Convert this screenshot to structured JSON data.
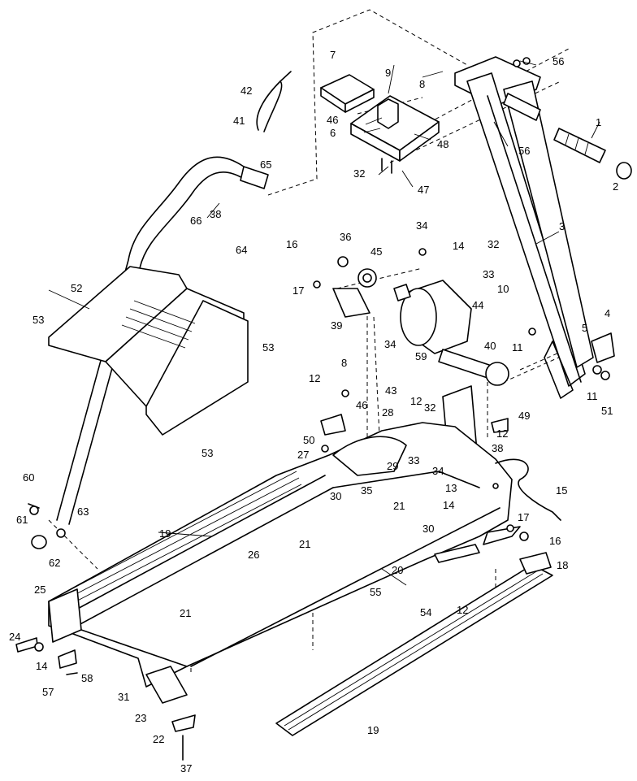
{
  "callouts": [
    {
      "id": "c1",
      "text": "1"
    },
    {
      "id": "c2",
      "text": "2"
    },
    {
      "id": "c3",
      "text": "3"
    },
    {
      "id": "c4",
      "text": "4"
    },
    {
      "id": "c5",
      "text": "5"
    },
    {
      "id": "c6",
      "text": "6"
    },
    {
      "id": "c7",
      "text": "7"
    },
    {
      "id": "c8a",
      "text": "8"
    },
    {
      "id": "c8b",
      "text": "8"
    },
    {
      "id": "c9",
      "text": "9"
    },
    {
      "id": "c10",
      "text": "10"
    },
    {
      "id": "c11a",
      "text": "11"
    },
    {
      "id": "c11b",
      "text": "11"
    },
    {
      "id": "c12a",
      "text": "12"
    },
    {
      "id": "c12b",
      "text": "12"
    },
    {
      "id": "c12c",
      "text": "12"
    },
    {
      "id": "c12d",
      "text": "12"
    },
    {
      "id": "c13",
      "text": "13"
    },
    {
      "id": "c14a",
      "text": "14"
    },
    {
      "id": "c14b",
      "text": "14"
    },
    {
      "id": "c14c",
      "text": "14"
    },
    {
      "id": "c15",
      "text": "15"
    },
    {
      "id": "c16a",
      "text": "16"
    },
    {
      "id": "c16b",
      "text": "16"
    },
    {
      "id": "c17a",
      "text": "17"
    },
    {
      "id": "c17b",
      "text": "17"
    },
    {
      "id": "c18",
      "text": "18"
    },
    {
      "id": "c19a",
      "text": "19"
    },
    {
      "id": "c19b",
      "text": "19"
    },
    {
      "id": "c20",
      "text": "20"
    },
    {
      "id": "c21a",
      "text": "21"
    },
    {
      "id": "c21b",
      "text": "21"
    },
    {
      "id": "c21c",
      "text": "21"
    },
    {
      "id": "c22",
      "text": "22"
    },
    {
      "id": "c23",
      "text": "23"
    },
    {
      "id": "c24",
      "text": "24"
    },
    {
      "id": "c25",
      "text": "25"
    },
    {
      "id": "c26",
      "text": "26"
    },
    {
      "id": "c27",
      "text": "27"
    },
    {
      "id": "c28",
      "text": "28"
    },
    {
      "id": "c29",
      "text": "29"
    },
    {
      "id": "c30a",
      "text": "30"
    },
    {
      "id": "c30b",
      "text": "30"
    },
    {
      "id": "c31",
      "text": "31"
    },
    {
      "id": "c32a",
      "text": "32"
    },
    {
      "id": "c32b",
      "text": "32"
    },
    {
      "id": "c32c",
      "text": "32"
    },
    {
      "id": "c33a",
      "text": "33"
    },
    {
      "id": "c33b",
      "text": "33"
    },
    {
      "id": "c34a",
      "text": "34"
    },
    {
      "id": "c34b",
      "text": "34"
    },
    {
      "id": "c34c",
      "text": "34"
    },
    {
      "id": "c35",
      "text": "35"
    },
    {
      "id": "c36",
      "text": "36"
    },
    {
      "id": "c37",
      "text": "37"
    },
    {
      "id": "c38a",
      "text": "38"
    },
    {
      "id": "c38b",
      "text": "38"
    },
    {
      "id": "c39",
      "text": "39"
    },
    {
      "id": "c40",
      "text": "40"
    },
    {
      "id": "c41",
      "text": "41"
    },
    {
      "id": "c42",
      "text": "42"
    },
    {
      "id": "c43",
      "text": "43"
    },
    {
      "id": "c44",
      "text": "44"
    },
    {
      "id": "c45",
      "text": "45"
    },
    {
      "id": "c46a",
      "text": "46"
    },
    {
      "id": "c46b",
      "text": "46"
    },
    {
      "id": "c47",
      "text": "47"
    },
    {
      "id": "c48",
      "text": "48"
    },
    {
      "id": "c49",
      "text": "49"
    },
    {
      "id": "c50",
      "text": "50"
    },
    {
      "id": "c51",
      "text": "51"
    },
    {
      "id": "c52",
      "text": "52"
    },
    {
      "id": "c53a",
      "text": "53"
    },
    {
      "id": "c53b",
      "text": "53"
    },
    {
      "id": "c53c",
      "text": "53"
    },
    {
      "id": "c54",
      "text": "54"
    },
    {
      "id": "c55",
      "text": "55"
    },
    {
      "id": "c56a",
      "text": "56"
    },
    {
      "id": "c56b",
      "text": "56"
    },
    {
      "id": "c57",
      "text": "57"
    },
    {
      "id": "c58",
      "text": "58"
    },
    {
      "id": "c59",
      "text": "59"
    },
    {
      "id": "c60",
      "text": "60"
    },
    {
      "id": "c61",
      "text": "61"
    },
    {
      "id": "c62",
      "text": "62"
    },
    {
      "id": "c63",
      "text": "63"
    },
    {
      "id": "c64",
      "text": "64"
    },
    {
      "id": "c65",
      "text": "65"
    },
    {
      "id": "c66",
      "text": "66"
    }
  ]
}
